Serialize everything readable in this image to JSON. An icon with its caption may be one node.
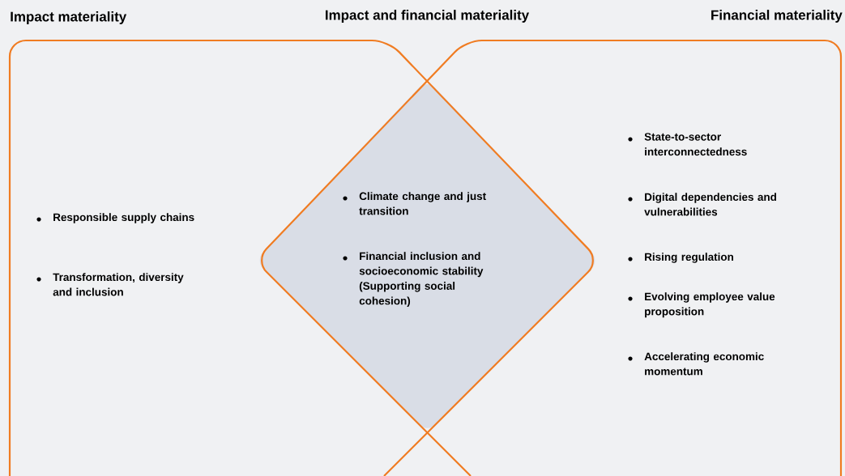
{
  "diagram": {
    "nodes": [
      {
        "text": [
          "Impact materiality",
          "Responsible supply chains",
          "Transformation, diversity and inclusion"
        ]
      },
      {
        "text": [
          "Climate change and just transition",
          "Financial inclusion and socioeconomic stability (Supporting social cohesion)"
        ]
      },
      {
        "text": [
          "Financial materiality",
          "State-to-sector interconnectedness",
          "Digital dependencies and vulnerabilities",
          "Rising regulation",
          "Evolving employee value proposition",
          "Accelerating economic momentum"
        ]
      }
    ],
    "labels": [
      "Impact and financial materiality"
    ]
  }
}
